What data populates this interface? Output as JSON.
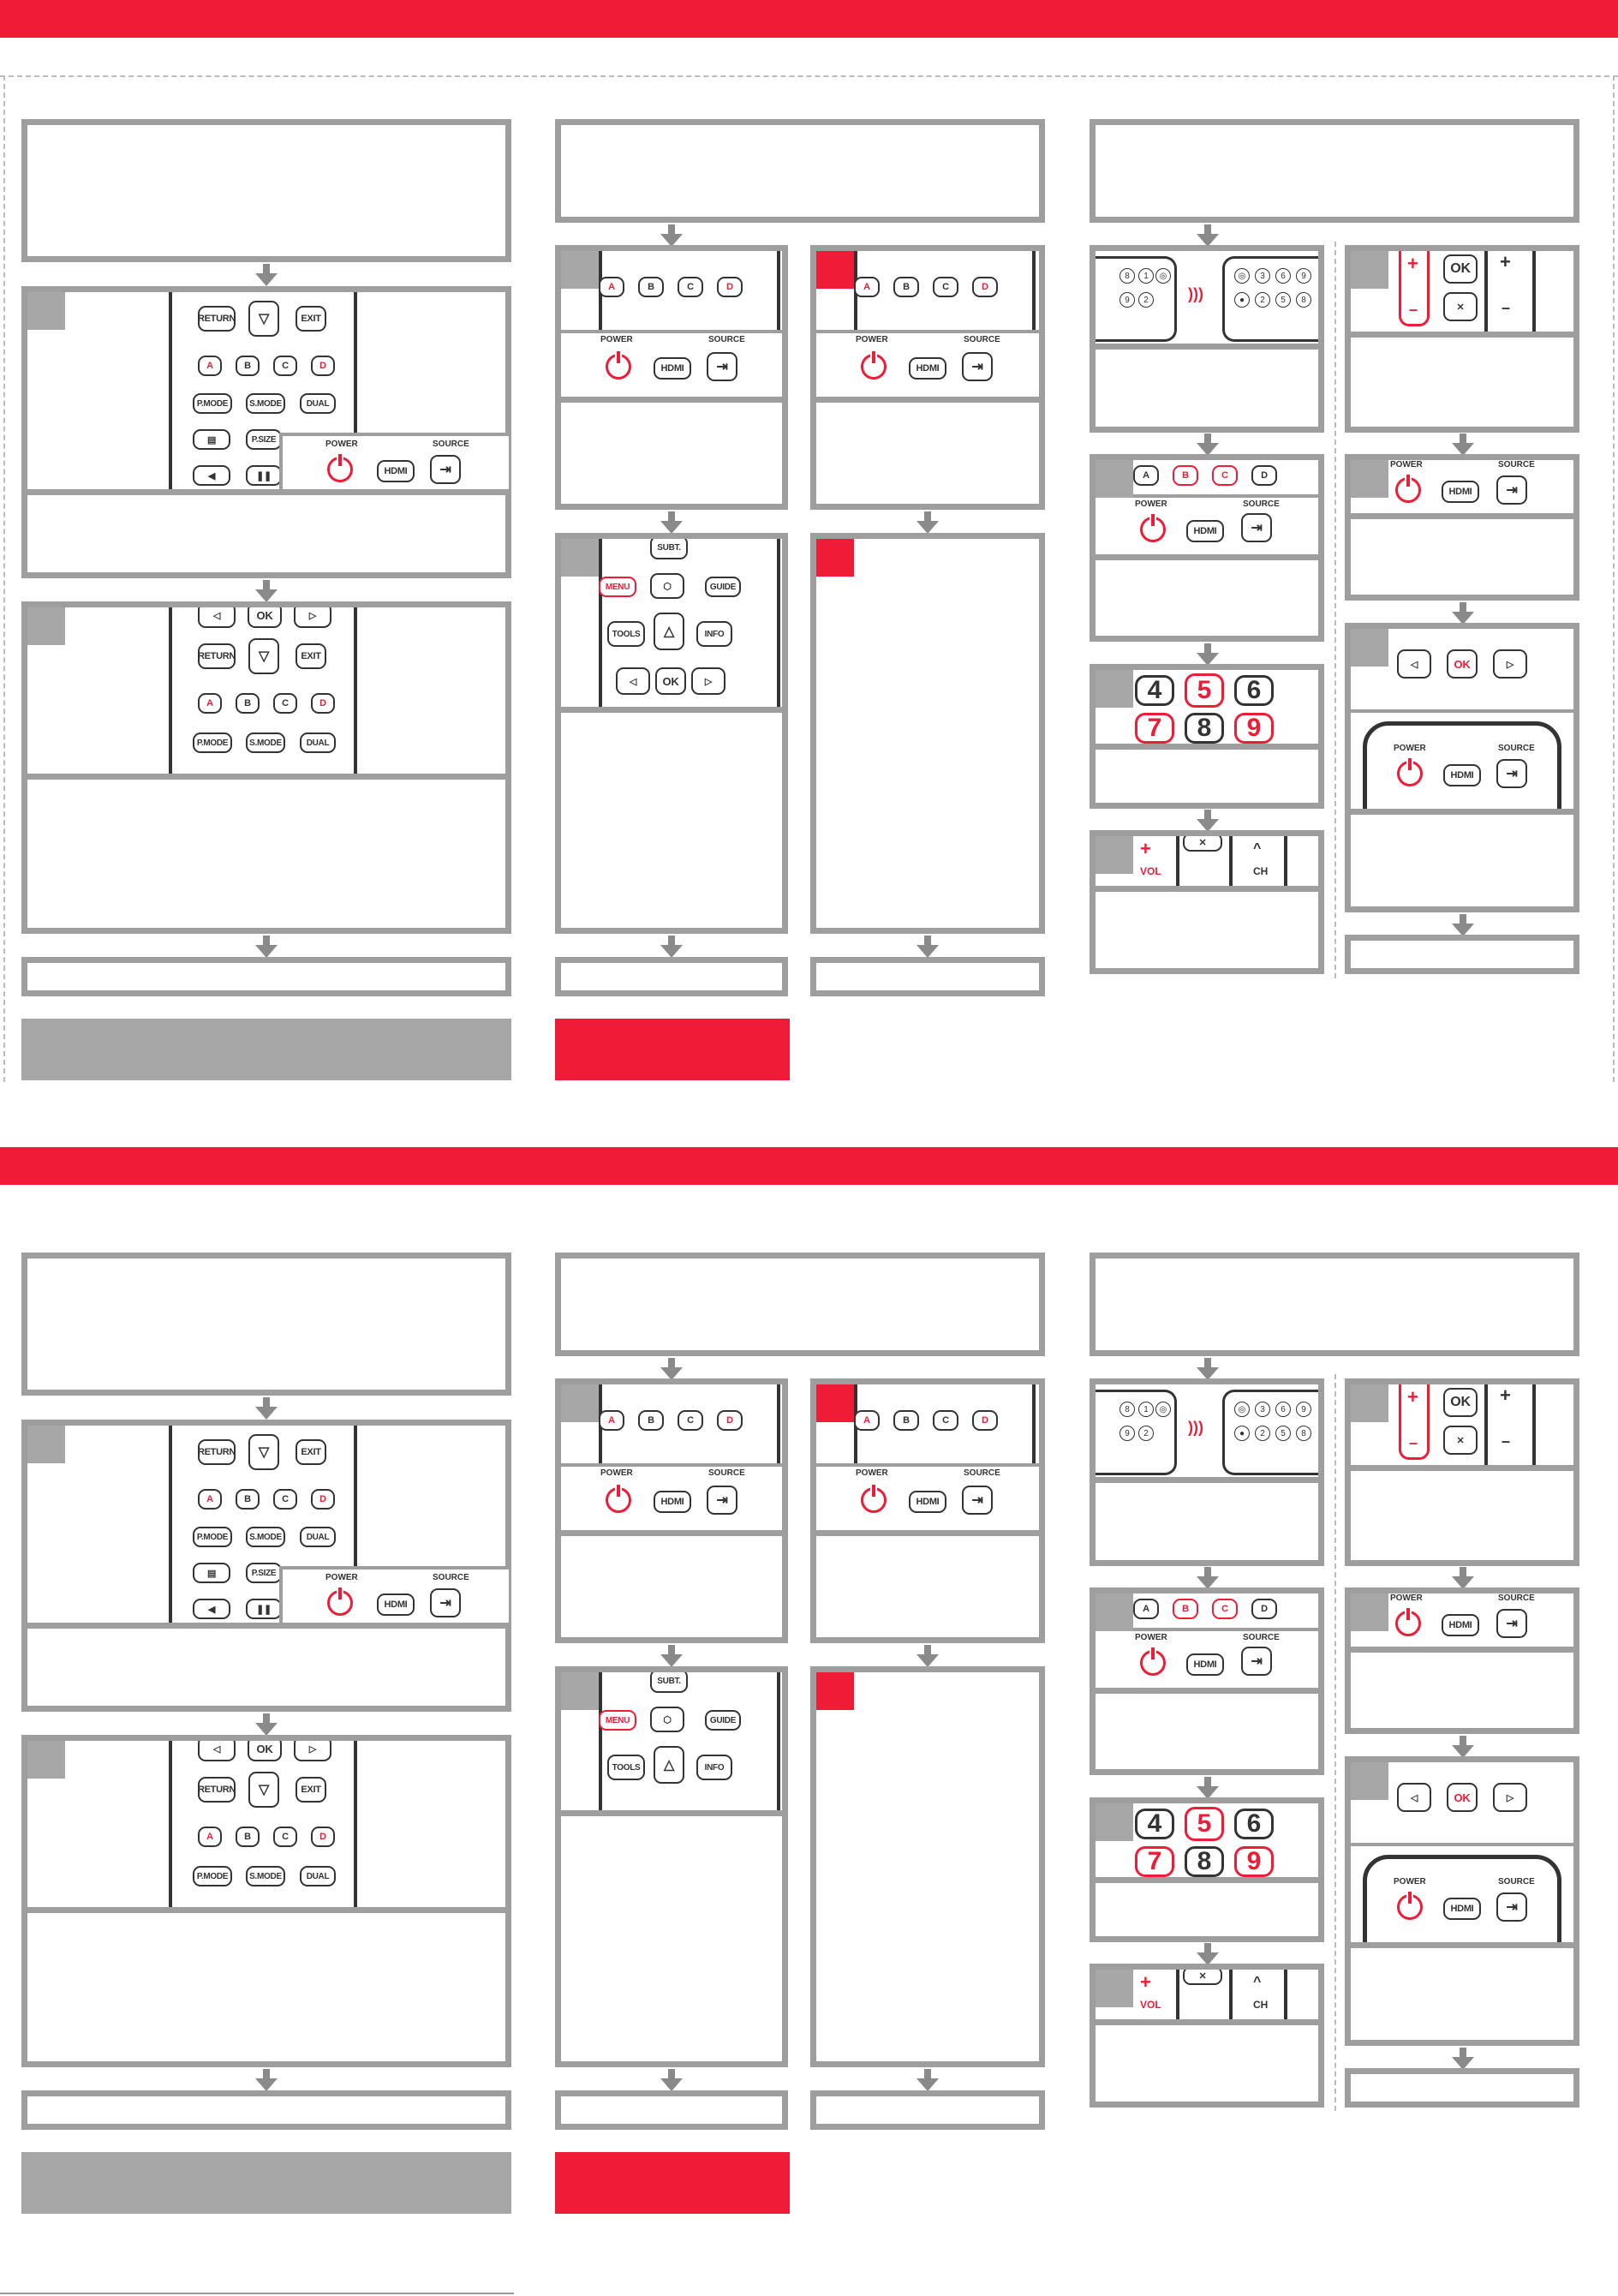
{
  "remote": {
    "return": "RETURN",
    "exit": "EXIT",
    "a": "A",
    "b": "B",
    "c": "C",
    "d": "D",
    "pmode": "P.MODE",
    "smode": "S.MODE",
    "dual": "DUAL",
    "psize": "P.SIZE",
    "power": "POWER",
    "source": "SOURCE",
    "hdmi": "HDMI",
    "ok": "OK",
    "subt": "SUBT.",
    "menu": "MENU",
    "guide": "GUIDE",
    "tools": "TOOLS",
    "info": "INFO",
    "vol": "VOL",
    "ch": "CH",
    "plus": "+",
    "minus": "–",
    "n4": "4",
    "n5": "5",
    "n6": "6",
    "n7": "7",
    "n8": "8",
    "n9": "9"
  },
  "icons": {
    "down": "▽",
    "up": "△",
    "left": "◁",
    "right": "▷",
    "mute": "🔇",
    "chevron": "︿",
    "waves": ")))",
    "rays": "⋰⋱"
  },
  "colors": {
    "accent_red": "#ee1c36",
    "panel_gray": "#a7a7a7",
    "border_gray": "#9e9e9e"
  }
}
